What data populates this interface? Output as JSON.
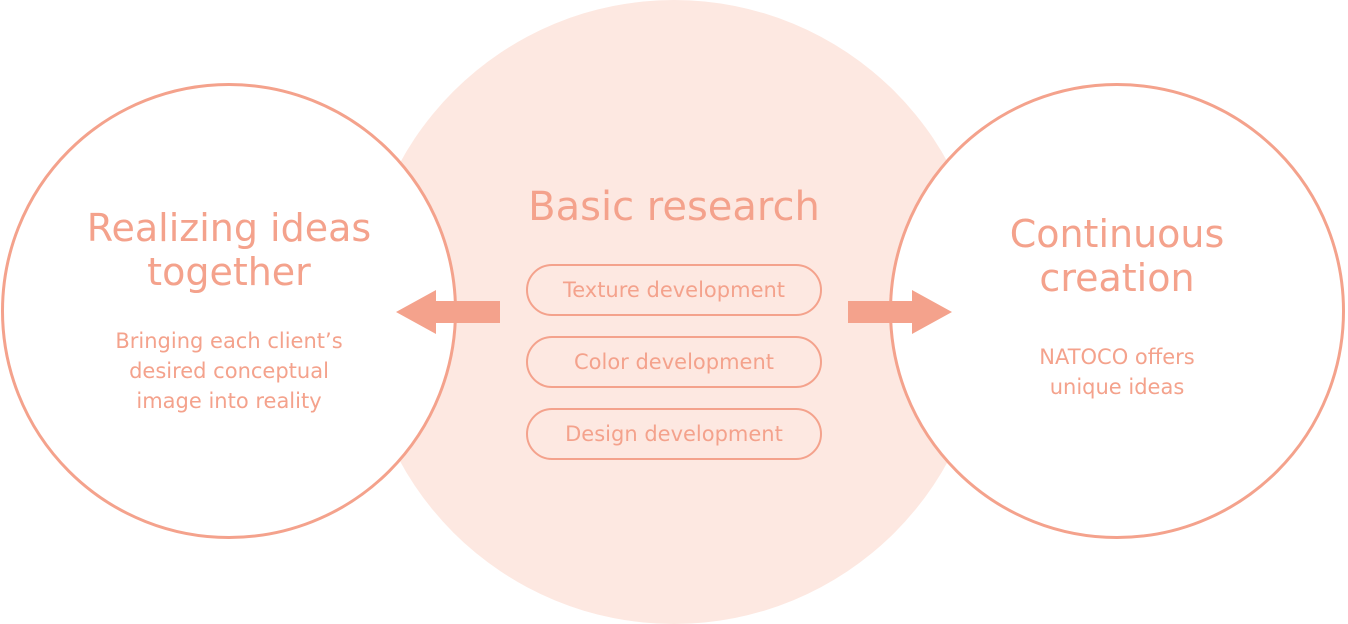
{
  "left": {
    "title": "Realizing ideas\ntogether",
    "description": "Bringing each client’s\ndesired conceptual\nimage into reality"
  },
  "center": {
    "title": "Basic research",
    "items": [
      {
        "label": "Texture development"
      },
      {
        "label": "Color development"
      },
      {
        "label": "Design development"
      }
    ]
  },
  "right": {
    "title": "Continuous\ncreation",
    "description": "NATOCO offers\nunique ideas"
  },
  "colors": {
    "accent": "#f4a28c",
    "center_fill": "#fde8e1",
    "background": "#ffffff"
  },
  "icons": {
    "left_arrow": "arrow-left-icon",
    "right_arrow": "arrow-right-icon"
  }
}
